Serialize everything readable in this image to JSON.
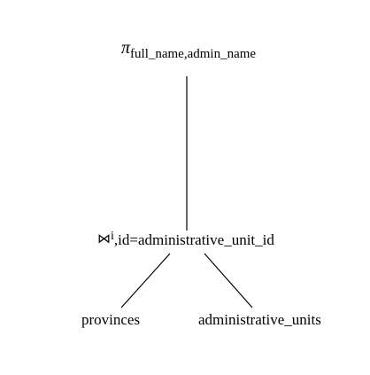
{
  "tree": {
    "root": {
      "symbol": "π",
      "attributes": "full_name,admin_name"
    },
    "join": {
      "symbol": "⋈",
      "subscript": "i",
      "condition": ",id=administrative_unit_id"
    },
    "leaves": [
      {
        "label": "provinces"
      },
      {
        "label": "administrative_units"
      }
    ]
  }
}
